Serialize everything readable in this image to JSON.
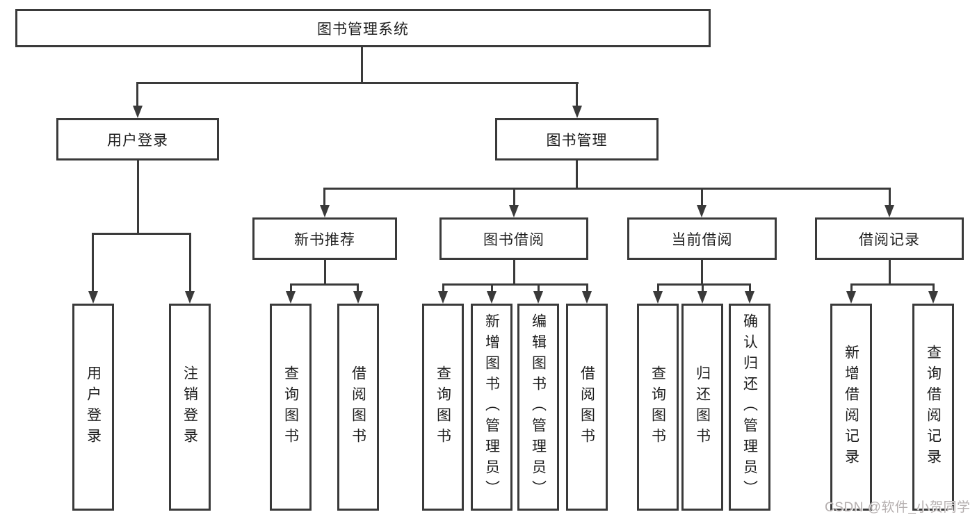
{
  "diagram_type": "hierarchy-tree",
  "root": {
    "label": "图书管理系统"
  },
  "level2": [
    {
      "label": "用户登录",
      "parent": "图书管理系统"
    },
    {
      "label": "图书管理",
      "parent": "图书管理系统"
    }
  ],
  "level3": [
    {
      "label": "新书推荐",
      "parent": "图书管理"
    },
    {
      "label": "图书借阅",
      "parent": "图书管理"
    },
    {
      "label": "当前借阅",
      "parent": "图书管理"
    },
    {
      "label": "借阅记录",
      "parent": "图书管理"
    }
  ],
  "leaves": [
    {
      "label": "用户登录",
      "parent": "用户登录"
    },
    {
      "label": "注销登录",
      "parent": "用户登录"
    },
    {
      "label": "查询图书",
      "parent": "新书推荐"
    },
    {
      "label": "借阅图书",
      "parent": "新书推荐"
    },
    {
      "label": "查询图书",
      "parent": "图书借阅"
    },
    {
      "label": "新增图书（管理员）",
      "parent": "图书借阅"
    },
    {
      "label": "编辑图书（管理员）",
      "parent": "图书借阅"
    },
    {
      "label": "借阅图书",
      "parent": "图书借阅"
    },
    {
      "label": "查询图书",
      "parent": "当前借阅"
    },
    {
      "label": "归还图书",
      "parent": "当前借阅"
    },
    {
      "label": "确认归还（管理员）",
      "parent": "当前借阅"
    },
    {
      "label": "新增借阅记录",
      "parent": "借阅记录"
    },
    {
      "label": "查询借阅记录",
      "parent": "借阅记录"
    }
  ],
  "watermark": "CSDN @软件_小贺同学",
  "colors": {
    "line": "#3a3a3a",
    "text": "#1d1d1d",
    "watermark": "#b5afaf",
    "background": "#ffffff"
  }
}
